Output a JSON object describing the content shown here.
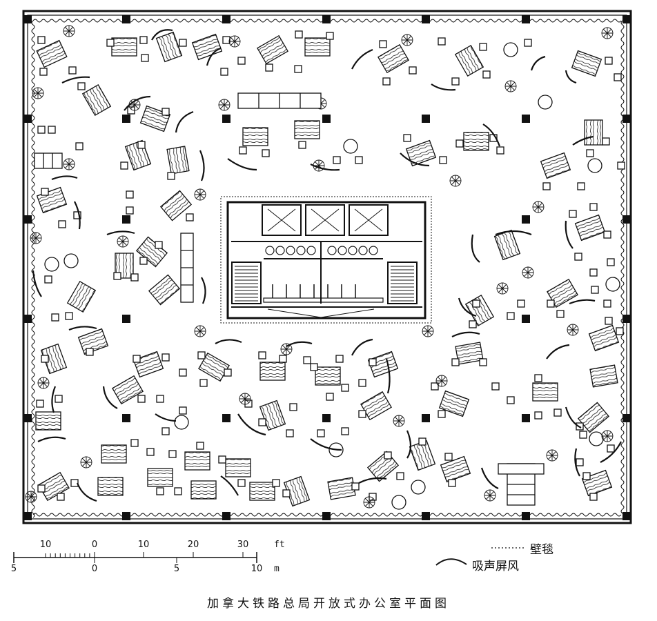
{
  "caption": "加拿大铁路总局开放式办公室平面图",
  "scale_bar": {
    "ft_unit": "ft",
    "m_unit": "m",
    "ft_ticks": [
      "10",
      "0",
      "10",
      "20",
      "30"
    ],
    "m_ticks": [
      "5",
      "0",
      "5",
      "10"
    ]
  },
  "legend": {
    "carpet_label": "壁毯",
    "screen_label": "吸声屏风"
  },
  "colors": {
    "ink": "#111111",
    "paper": "#ffffff"
  }
}
